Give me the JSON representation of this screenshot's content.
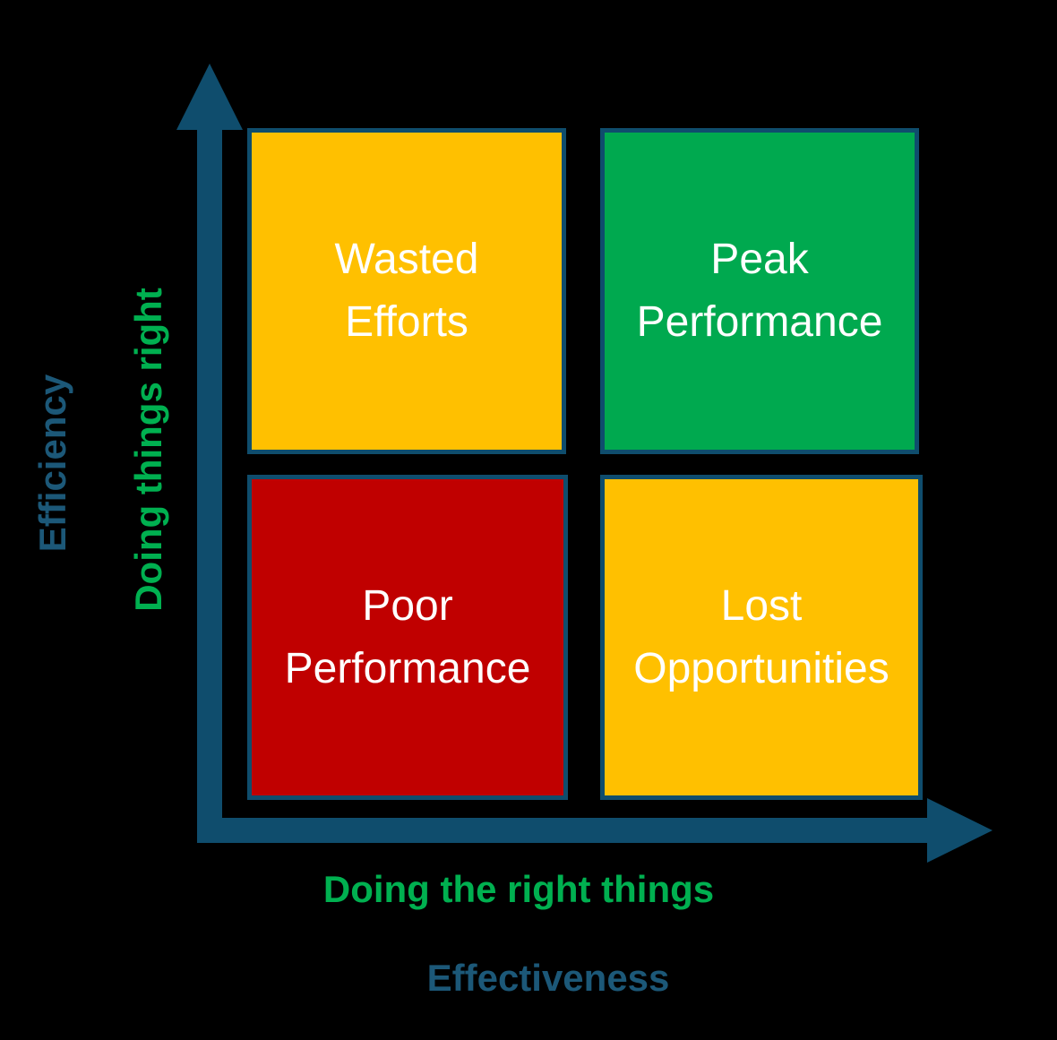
{
  "colors": {
    "background": "#000000",
    "axis": "#0f4d6d",
    "blue_label": "#1c5878",
    "green_label": "#00b050",
    "quadrant_text": "#ffffff",
    "yellow": "#ffc000",
    "green": "#00a94f",
    "red": "#c00000"
  },
  "matrix": {
    "quadrants": [
      {
        "position": "top-left",
        "label": "Wasted\nEfforts",
        "color": "#ffc000"
      },
      {
        "position": "top-right",
        "label": "Peak\nPerformance",
        "color": "#00a94f"
      },
      {
        "position": "bottom-left",
        "label": "Poor\nPerformance",
        "color": "#c00000"
      },
      {
        "position": "bottom-right",
        "label": "Lost\nOpportunities",
        "color": "#ffc000"
      }
    ]
  },
  "axes": {
    "y": {
      "label": "Efficiency",
      "sublabel": "Doing things right"
    },
    "x": {
      "label": "Effectiveness",
      "sublabel": "Doing the right things"
    }
  }
}
